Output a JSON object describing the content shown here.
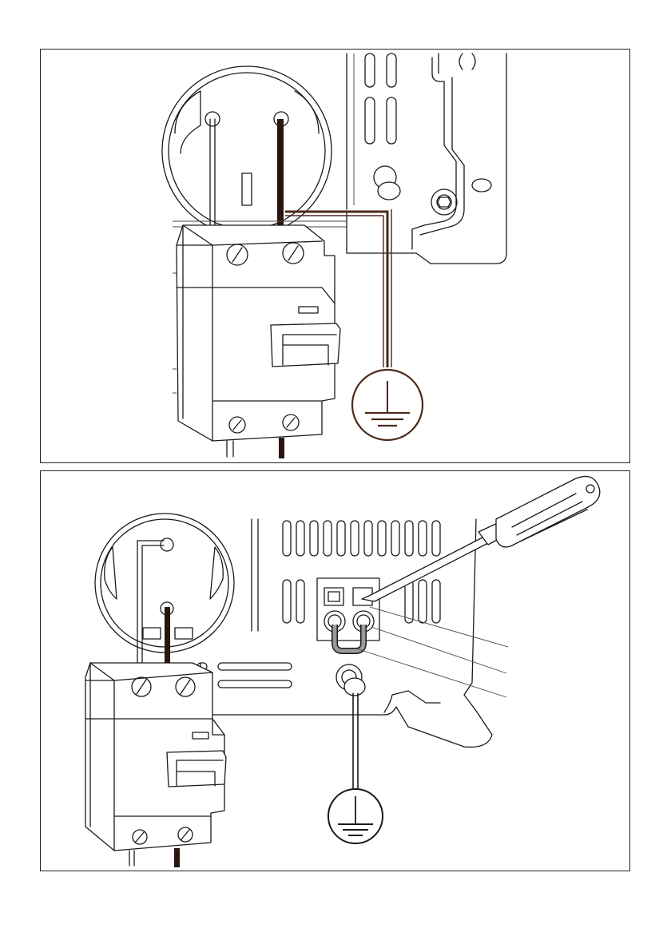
{
  "figure": {
    "panels": [
      {
        "id": "top",
        "depicts": [
          "socket",
          "residual-current-breaker",
          "earth-screw",
          "ground-symbol"
        ]
      },
      {
        "id": "bottom",
        "depicts": [
          "socket",
          "residual-current-breaker",
          "terminal-block",
          "jumper",
          "screwdriver",
          "earth-screw",
          "ground-symbol"
        ]
      }
    ]
  },
  "colors": {
    "line": "#1a1a1a",
    "live_wire": "#2b1510",
    "ground_brown": "#4a2a1a",
    "jumper_grey": "#9a9a9a",
    "background": "#ffffff"
  }
}
